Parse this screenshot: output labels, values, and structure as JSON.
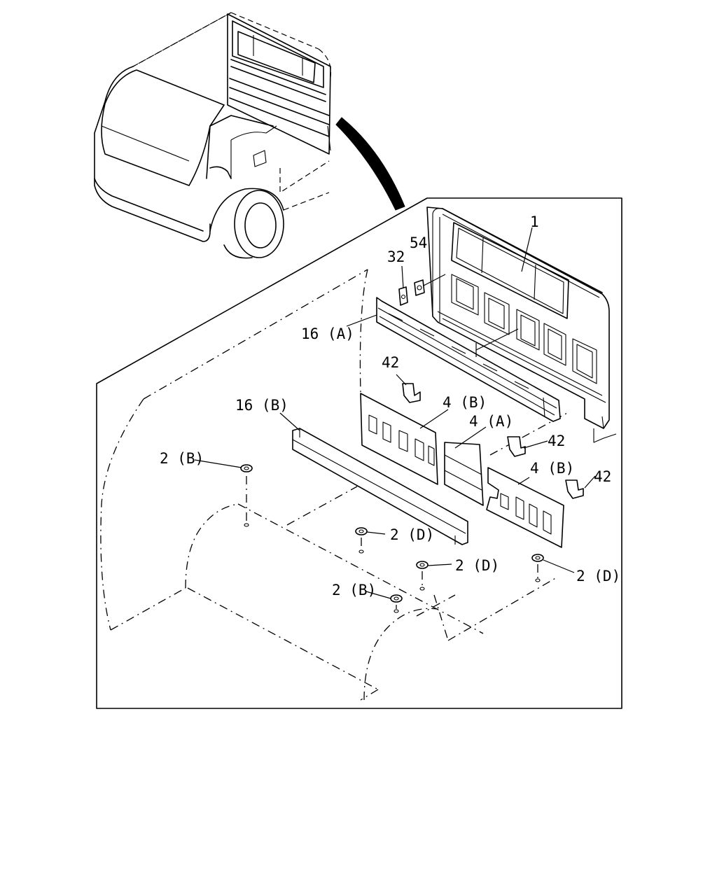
{
  "labels": {
    "p1": "1",
    "p54": "54",
    "p32": "32",
    "p16a": "16 (A)",
    "p42a": "42",
    "p16b": "16 (B)",
    "p4b_left": "4 (B)",
    "p4a": "4 (A)",
    "p42b": "42",
    "p2b_top": "2 (B)",
    "p4b_right": "4 (B)",
    "p42c": "42",
    "p2d_1": "2 (D)",
    "p2d_2": "2 (D)",
    "p2d_3": "2 (D)",
    "p2b_bottom": "2 (B)"
  }
}
